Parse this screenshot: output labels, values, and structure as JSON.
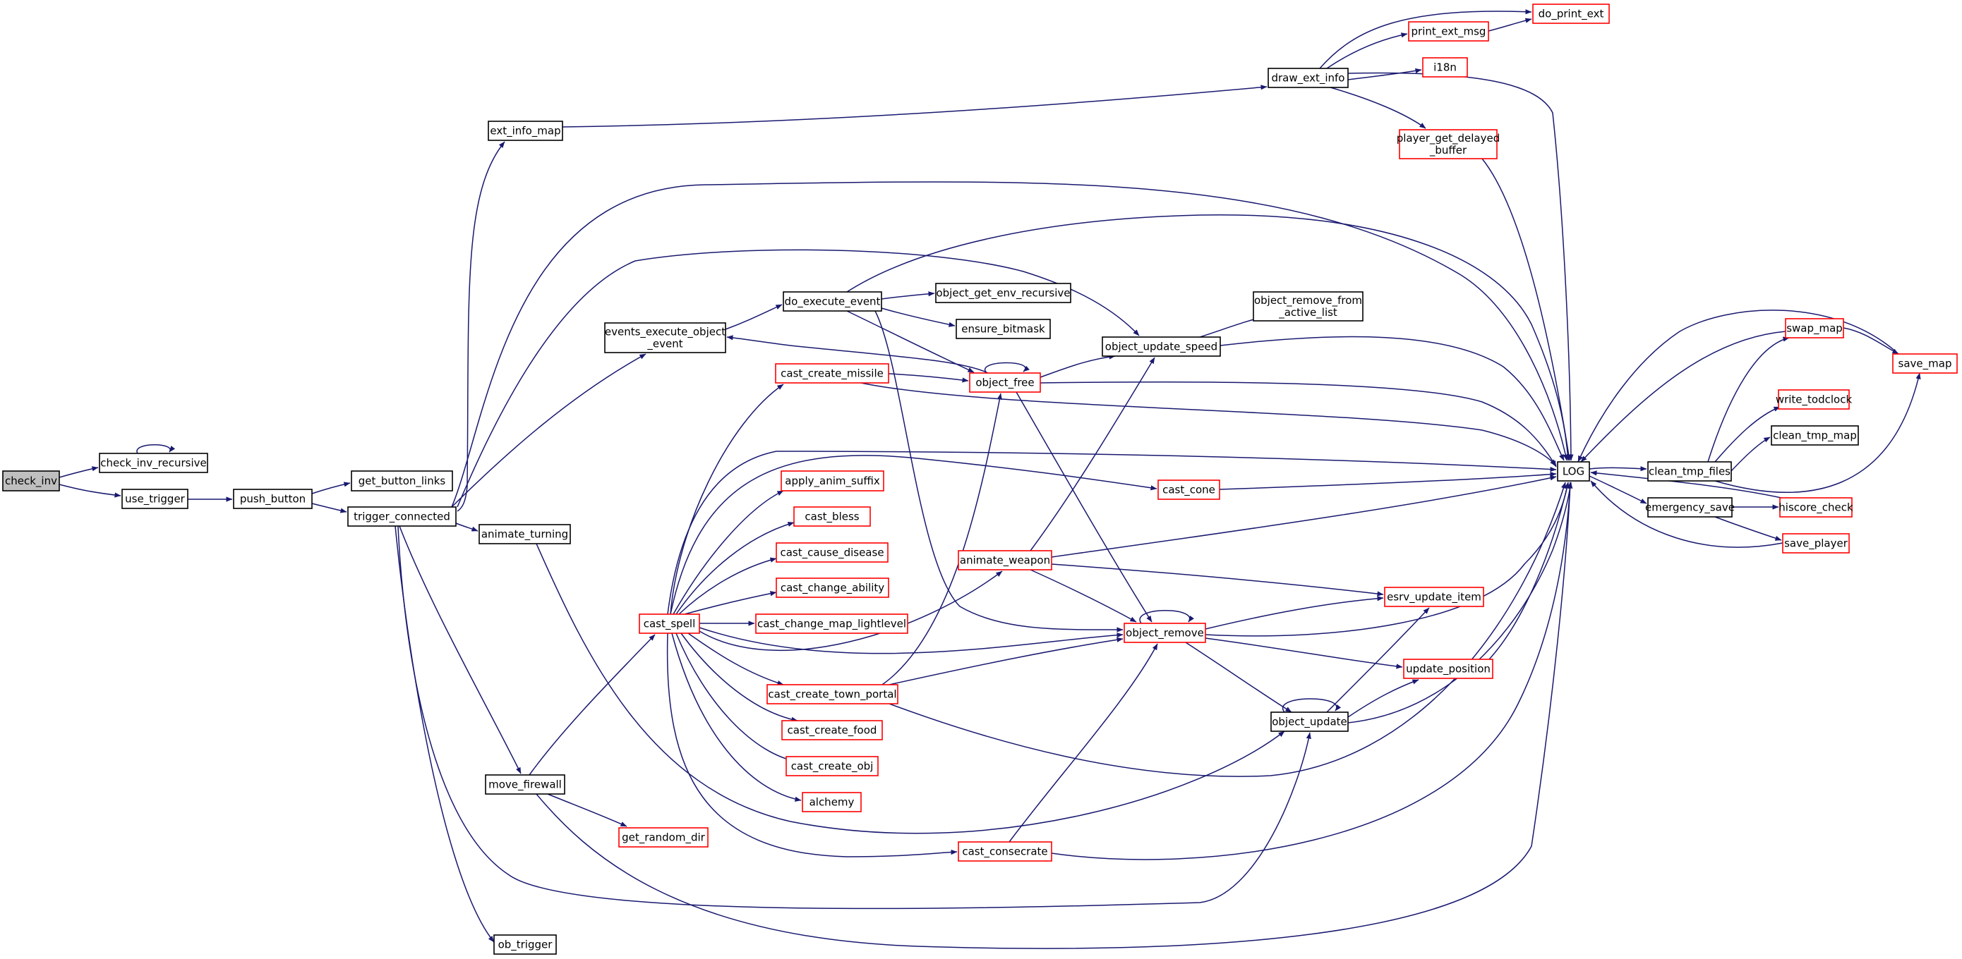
{
  "colors": {
    "edge": "#191970",
    "node_border_black": "#000000",
    "node_border_red": "#ff0000",
    "node_fill": "#ffffff",
    "root_fill": "#bfbfbf",
    "root_border": "#000000"
  },
  "nodes": [
    {
      "id": "check_inv",
      "lines": [
        "check_inv"
      ],
      "style": "root"
    },
    {
      "id": "check_inv_recursive",
      "lines": [
        "check_inv_recursive"
      ],
      "style": "black"
    },
    {
      "id": "use_trigger",
      "lines": [
        "use_trigger"
      ],
      "style": "black"
    },
    {
      "id": "push_button",
      "lines": [
        "push_button"
      ],
      "style": "black"
    },
    {
      "id": "get_button_links",
      "lines": [
        "get_button_links"
      ],
      "style": "black"
    },
    {
      "id": "trigger_connected",
      "lines": [
        "trigger_connected"
      ],
      "style": "black"
    },
    {
      "id": "ext_info_map",
      "lines": [
        "ext_info_map"
      ],
      "style": "black"
    },
    {
      "id": "animate_turning",
      "lines": [
        "animate_turning"
      ],
      "style": "black"
    },
    {
      "id": "move_firewall",
      "lines": [
        "move_firewall"
      ],
      "style": "black"
    },
    {
      "id": "ob_trigger",
      "lines": [
        "ob_trigger"
      ],
      "style": "black"
    },
    {
      "id": "events_execute_object_event",
      "lines": [
        "events_execute_object",
        "_event"
      ],
      "style": "black"
    },
    {
      "id": "do_execute_event",
      "lines": [
        "do_execute_event"
      ],
      "style": "black"
    },
    {
      "id": "object_get_env_recursive",
      "lines": [
        "object_get_env_recursive"
      ],
      "style": "black"
    },
    {
      "id": "ensure_bitmask",
      "lines": [
        "ensure_bitmask"
      ],
      "style": "black"
    },
    {
      "id": "object_update_speed",
      "lines": [
        "object_update_speed"
      ],
      "style": "black"
    },
    {
      "id": "object_remove_from_active_list",
      "lines": [
        "object_remove_from",
        "_active_list"
      ],
      "style": "black"
    },
    {
      "id": "draw_ext_info",
      "lines": [
        "draw_ext_info"
      ],
      "style": "black"
    },
    {
      "id": "print_ext_msg",
      "lines": [
        "print_ext_msg"
      ],
      "style": "red"
    },
    {
      "id": "do_print_ext",
      "lines": [
        "do_print_ext"
      ],
      "style": "red"
    },
    {
      "id": "i18n",
      "lines": [
        "i18n"
      ],
      "style": "red"
    },
    {
      "id": "player_get_delayed_buffer",
      "lines": [
        "player_get_delayed",
        "_buffer"
      ],
      "style": "red"
    },
    {
      "id": "object_free",
      "lines": [
        "object_free"
      ],
      "style": "red"
    },
    {
      "id": "cast_create_missile",
      "lines": [
        "cast_create_missile"
      ],
      "style": "red"
    },
    {
      "id": "cast_spell",
      "lines": [
        "cast_spell"
      ],
      "style": "red"
    },
    {
      "id": "apply_anim_suffix",
      "lines": [
        "apply_anim_suffix"
      ],
      "style": "red"
    },
    {
      "id": "cast_cone",
      "lines": [
        "cast_cone"
      ],
      "style": "red"
    },
    {
      "id": "cast_bless",
      "lines": [
        "cast_bless"
      ],
      "style": "red"
    },
    {
      "id": "cast_cause_disease",
      "lines": [
        "cast_cause_disease"
      ],
      "style": "red"
    },
    {
      "id": "cast_change_ability",
      "lines": [
        "cast_change_ability"
      ],
      "style": "red"
    },
    {
      "id": "cast_change_map_lightlevel",
      "lines": [
        "cast_change_map_lightlevel"
      ],
      "style": "red"
    },
    {
      "id": "cast_create_town_portal",
      "lines": [
        "cast_create_town_portal"
      ],
      "style": "red"
    },
    {
      "id": "cast_create_food",
      "lines": [
        "cast_create_food"
      ],
      "style": "red"
    },
    {
      "id": "cast_create_obj",
      "lines": [
        "cast_create_obj"
      ],
      "style": "red"
    },
    {
      "id": "alchemy",
      "lines": [
        "alchemy"
      ],
      "style": "red"
    },
    {
      "id": "get_random_dir",
      "lines": [
        "get_random_dir"
      ],
      "style": "red"
    },
    {
      "id": "cast_consecrate",
      "lines": [
        "cast_consecrate"
      ],
      "style": "red"
    },
    {
      "id": "animate_weapon",
      "lines": [
        "animate_weapon"
      ],
      "style": "red"
    },
    {
      "id": "object_remove",
      "lines": [
        "object_remove"
      ],
      "style": "red"
    },
    {
      "id": "esrv_update_item",
      "lines": [
        "esrv_update_item"
      ],
      "style": "red"
    },
    {
      "id": "update_position",
      "lines": [
        "update_position"
      ],
      "style": "red"
    },
    {
      "id": "object_update",
      "lines": [
        "object_update"
      ],
      "style": "black"
    },
    {
      "id": "LOG",
      "lines": [
        "LOG"
      ],
      "style": "black"
    },
    {
      "id": "clean_tmp_files",
      "lines": [
        "clean_tmp_files"
      ],
      "style": "black"
    },
    {
      "id": "emergency_save",
      "lines": [
        "emergency_save"
      ],
      "style": "black"
    },
    {
      "id": "swap_map",
      "lines": [
        "swap_map"
      ],
      "style": "red"
    },
    {
      "id": "save_map",
      "lines": [
        "save_map"
      ],
      "style": "red"
    },
    {
      "id": "write_todclock",
      "lines": [
        "write_todclock"
      ],
      "style": "red"
    },
    {
      "id": "clean_tmp_map",
      "lines": [
        "clean_tmp_map"
      ],
      "style": "black"
    },
    {
      "id": "hiscore_check",
      "lines": [
        "hiscore_check"
      ],
      "style": "red"
    },
    {
      "id": "save_player",
      "lines": [
        "save_player"
      ],
      "style": "red"
    }
  ],
  "edges": [
    [
      "check_inv",
      "check_inv_recursive"
    ],
    [
      "check_inv",
      "use_trigger"
    ],
    [
      "check_inv_recursive",
      "check_inv_recursive"
    ],
    [
      "use_trigger",
      "push_button"
    ],
    [
      "push_button",
      "get_button_links"
    ],
    [
      "push_button",
      "trigger_connected"
    ],
    [
      "trigger_connected",
      "ext_info_map"
    ],
    [
      "trigger_connected",
      "LOG"
    ],
    [
      "trigger_connected",
      "object_update_speed"
    ],
    [
      "trigger_connected",
      "events_execute_object_event"
    ],
    [
      "trigger_connected",
      "animate_turning"
    ],
    [
      "trigger_connected",
      "move_firewall"
    ],
    [
      "trigger_connected",
      "object_update"
    ],
    [
      "trigger_connected",
      "ob_trigger"
    ],
    [
      "ext_info_map",
      "draw_ext_info"
    ],
    [
      "draw_ext_info",
      "do_print_ext"
    ],
    [
      "draw_ext_info",
      "print_ext_msg"
    ],
    [
      "draw_ext_info",
      "i18n"
    ],
    [
      "draw_ext_info",
      "player_get_delayed_buffer"
    ],
    [
      "draw_ext_info",
      "LOG"
    ],
    [
      "print_ext_msg",
      "do_print_ext"
    ],
    [
      "player_get_delayed_buffer",
      "LOG"
    ],
    [
      "events_execute_object_event",
      "do_execute_event"
    ],
    [
      "do_execute_event",
      "object_get_env_recursive"
    ],
    [
      "do_execute_event",
      "ensure_bitmask"
    ],
    [
      "do_execute_event",
      "object_free"
    ],
    [
      "do_execute_event",
      "LOG"
    ],
    [
      "do_execute_event",
      "object_remove"
    ],
    [
      "object_free",
      "events_execute_object_event"
    ],
    [
      "object_free",
      "object_free"
    ],
    [
      "object_free",
      "object_update_speed"
    ],
    [
      "object_free",
      "LOG"
    ],
    [
      "object_free",
      "object_remove"
    ],
    [
      "object_update_speed",
      "object_remove_from_active_list"
    ],
    [
      "object_update_speed",
      "LOG"
    ],
    [
      "animate_turning",
      "object_update"
    ],
    [
      "move_firewall",
      "cast_spell"
    ],
    [
      "move_firewall",
      "get_random_dir"
    ],
    [
      "move_firewall",
      "LOG"
    ],
    [
      "cast_spell",
      "cast_create_missile"
    ],
    [
      "cast_spell",
      "LOG"
    ],
    [
      "cast_spell",
      "cast_cone"
    ],
    [
      "cast_spell",
      "apply_anim_suffix"
    ],
    [
      "cast_spell",
      "cast_bless"
    ],
    [
      "cast_spell",
      "cast_cause_disease"
    ],
    [
      "cast_spell",
      "cast_change_ability"
    ],
    [
      "cast_spell",
      "cast_change_map_lightlevel"
    ],
    [
      "cast_spell",
      "animate_weapon"
    ],
    [
      "cast_spell",
      "object_remove"
    ],
    [
      "cast_spell",
      "cast_create_town_portal"
    ],
    [
      "cast_spell",
      "cast_create_food"
    ],
    [
      "cast_spell",
      "cast_create_obj"
    ],
    [
      "cast_spell",
      "alchemy"
    ],
    [
      "cast_spell",
      "cast_consecrate"
    ],
    [
      "cast_create_missile",
      "object_free"
    ],
    [
      "cast_create_missile",
      "LOG"
    ],
    [
      "cast_cone",
      "LOG"
    ],
    [
      "cast_create_town_portal",
      "object_free"
    ],
    [
      "cast_create_town_portal",
      "object_remove"
    ],
    [
      "cast_create_town_portal",
      "LOG"
    ],
    [
      "cast_consecrate",
      "object_remove"
    ],
    [
      "cast_consecrate",
      "LOG"
    ],
    [
      "animate_weapon",
      "object_update_speed"
    ],
    [
      "animate_weapon",
      "LOG"
    ],
    [
      "animate_weapon",
      "esrv_update_item"
    ],
    [
      "animate_weapon",
      "object_remove"
    ],
    [
      "object_remove",
      "object_remove"
    ],
    [
      "object_remove",
      "esrv_update_item"
    ],
    [
      "object_remove",
      "LOG"
    ],
    [
      "object_remove",
      "update_position"
    ],
    [
      "object_remove",
      "object_update"
    ],
    [
      "object_update",
      "object_update"
    ],
    [
      "object_update",
      "esrv_update_item"
    ],
    [
      "object_update",
      "update_position"
    ],
    [
      "object_update",
      "LOG"
    ],
    [
      "update_position",
      "LOG"
    ],
    [
      "LOG",
      "clean_tmp_files"
    ],
    [
      "LOG",
      "emergency_save"
    ],
    [
      "clean_tmp_files",
      "swap_map"
    ],
    [
      "clean_tmp_files",
      "write_todclock"
    ],
    [
      "clean_tmp_files",
      "clean_tmp_map"
    ],
    [
      "clean_tmp_files",
      "save_map"
    ],
    [
      "swap_map",
      "save_map"
    ],
    [
      "swap_map",
      "LOG"
    ],
    [
      "save_map",
      "LOG"
    ],
    [
      "emergency_save",
      "hiscore_check"
    ],
    [
      "emergency_save",
      "save_player"
    ],
    [
      "hiscore_check",
      "LOG"
    ],
    [
      "save_player",
      "LOG"
    ]
  ]
}
